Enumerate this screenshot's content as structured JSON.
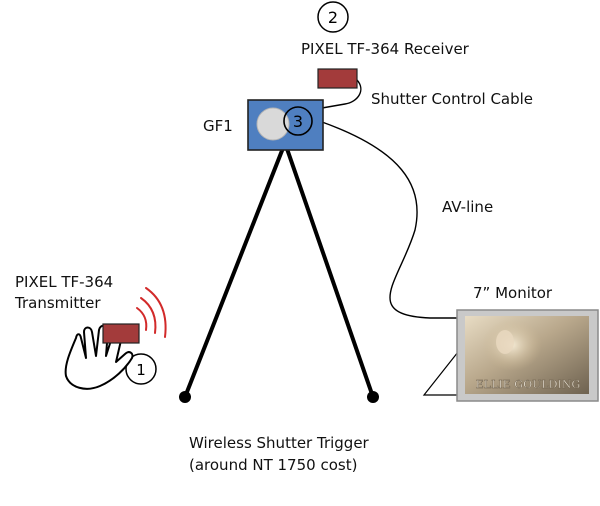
{
  "labels": {
    "receiver": "PIXEL TF-364 Receiver",
    "shutter_cable": "Shutter Control Cable",
    "camera": "GF1",
    "av_line": "AV-line",
    "transmitter_line1": "PIXEL TF-364",
    "transmitter_line2": "Transmitter",
    "monitor": "7” Monitor",
    "caption_line1": "Wireless Shutter Trigger",
    "caption_line2": "(around NT 1750 cost)",
    "monitor_screen_text": "ELLIE GOULDING"
  },
  "markers": {
    "transmitter": "1",
    "receiver": "2",
    "camera": "3"
  },
  "colors": {
    "device_red": "#a33b3b",
    "camera_blue": "#4f7fc0",
    "line": "#000000",
    "signal_waves": "#d22a2a",
    "monitor_frame": "#c9c9c9"
  }
}
